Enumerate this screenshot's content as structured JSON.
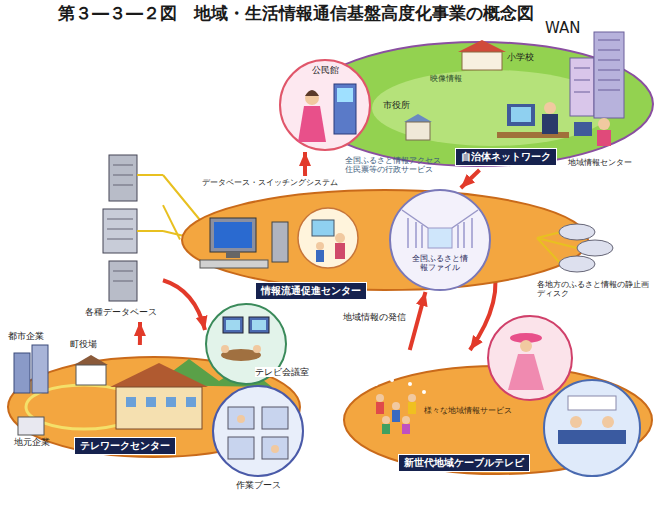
{
  "diagram": {
    "title": "第３―３―２図　地域・生活情報通信基盤高度化事業の概念図",
    "nodes": [
      {
        "text": [
          "自治体ネットワーク"
        ]
      },
      {
        "text": [
          "公民館"
        ]
      },
      {
        "text": [
          "データベース・スイッチングシステム",
          "情報流通促進センター"
        ]
      },
      {
        "text": [
          "全国ふるさと情報ファイル"
        ],
        "in": 2
      },
      {
        "text": [
          "テレワークセンター"
        ]
      },
      {
        "text": [
          "テレビ会議室"
        ],
        "in": 4
      },
      {
        "text": [
          "作業ブース"
        ],
        "in": 4
      },
      {
        "text": [
          "新世代地域ケーブルテレビ"
        ]
      },
      {
        "text": [
          "各種データベース"
        ]
      },
      {
        "text": [
          "各地方のふるさと情報の静止画ディスク"
        ]
      }
    ],
    "edges": [
      {
        "from": 2,
        "to": 1,
        "arrow": "to"
      },
      {
        "from": 0,
        "to": 3,
        "arrow": "to"
      },
      {
        "from": 7,
        "to": 3,
        "label": "地域情報の発信",
        "arrow": "to"
      },
      {
        "from": 3,
        "to": 7,
        "arrow": "to"
      },
      {
        "from": 4,
        "to": 8,
        "arrow": "to"
      },
      {
        "from": 8,
        "to": 5,
        "arrow": "to"
      },
      {
        "from": 8,
        "to": 2,
        "arrow": "none"
      },
      {
        "from": 3,
        "to": 9,
        "arrow": "none"
      }
    ],
    "labels": [
      "WAN",
      "小学校",
      "映像情報",
      "市役所",
      "地域情報センター",
      "全国ふるさと情報アクセス 住民票等の行政サービス",
      "都市企業",
      "町役場",
      "地元企業",
      "様々な地域情報サービス"
    ]
  }
}
